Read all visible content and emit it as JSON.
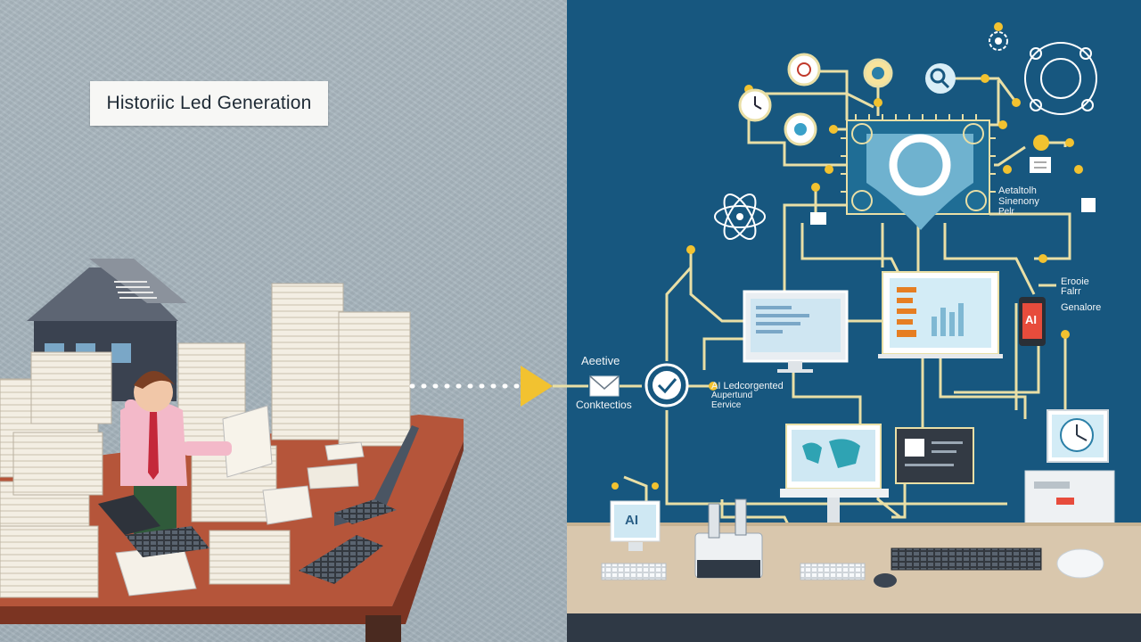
{
  "left": {
    "title": "Historiic Led Generation"
  },
  "right": {
    "labels": {
      "aeetive": "Aeetive",
      "contacts": "Conktectios",
      "ai_service_1": "AI Ledcorgented",
      "ai_service_2": "Aupertund",
      "ai_service_3": "Eervice",
      "auto_1": "Aetaltolh",
      "auto_2": "Sinenony",
      "auto_3": "Pelr",
      "side_1": "Erooie",
      "side_2": "Falrr",
      "side_3": "Genalore",
      "phone_ai": "AI",
      "monitor_ai": "AI"
    }
  },
  "colors": {
    "left_wall": "#a7b4bc",
    "right_bg": "#17577f",
    "line": "#e9dfa6",
    "accent_arrow": "#f2c230",
    "left_desk": "#b5553a",
    "right_desk": "#d9c7ad"
  }
}
